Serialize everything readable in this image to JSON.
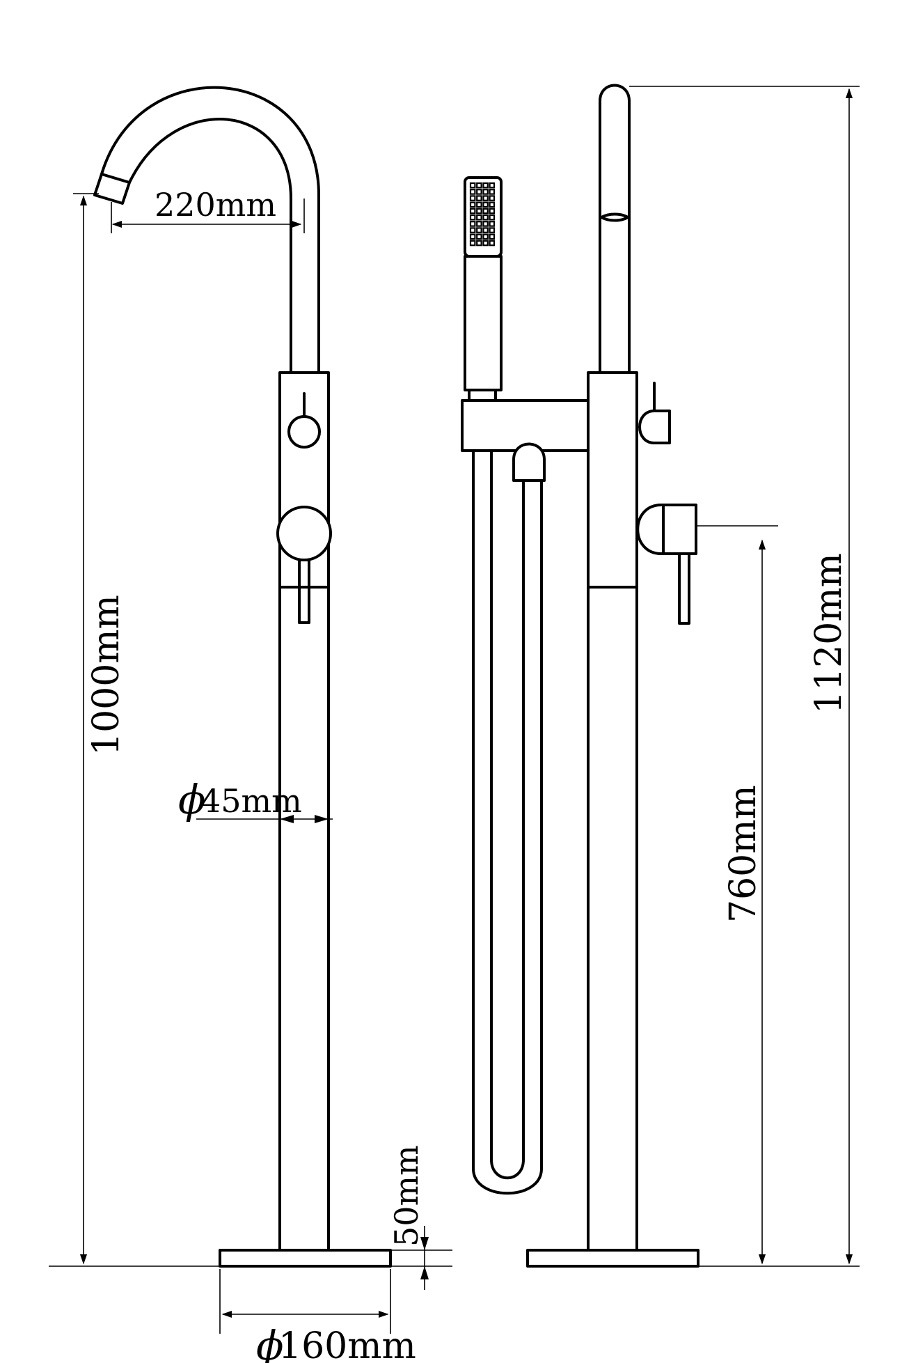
{
  "dimensions": {
    "spout_reach": "220mm",
    "spout_height": "1000mm",
    "pipe_diameter_symbol": "ϕ",
    "pipe_diameter": "45mm",
    "base_height": "50mm",
    "base_diameter_symbol": "ϕ",
    "base_diameter": "160mm",
    "total_height": "1120mm",
    "handle_height": "760mm"
  },
  "colors": {
    "line": "#000000",
    "background": "#ffffff"
  }
}
